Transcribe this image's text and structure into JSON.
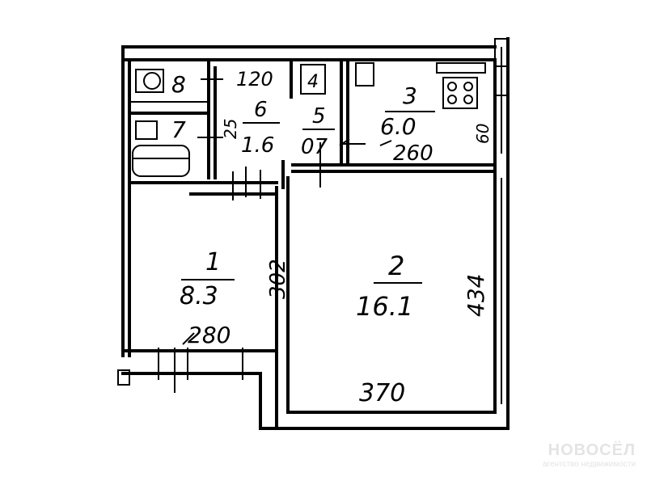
{
  "rooms": [
    {
      "number": "1",
      "area": "8.3"
    },
    {
      "number": "2",
      "area": "16.1"
    },
    {
      "number": "3",
      "area": "6.0"
    },
    {
      "number": "5",
      "area": "07"
    },
    {
      "number": "6",
      "area": "1.6"
    },
    {
      "number": "7"
    },
    {
      "number": "8"
    }
  ],
  "dimensions": {
    "d120": "120",
    "d260": "260",
    "d302": "302",
    "d434": "434",
    "d280": "280",
    "d370": "370",
    "d25": "25",
    "d60": "60"
  },
  "marks": {
    "vent": "4"
  },
  "watermark": {
    "brand": "НОВОСЁЛ",
    "caption": "агентство недвижимости"
  }
}
